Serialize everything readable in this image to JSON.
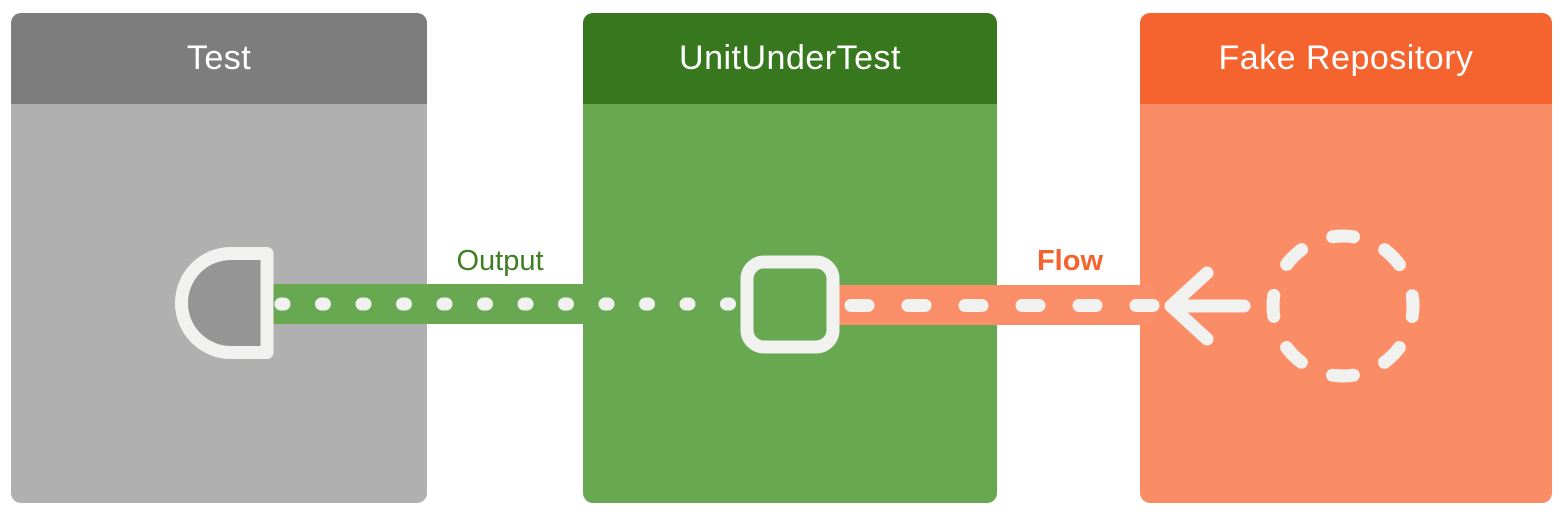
{
  "diagram": {
    "boxes": [
      {
        "title": "Test",
        "header_color": "#7d7d7d",
        "body_color": "#b0b0b0"
      },
      {
        "title": "UnitUnderTest",
        "header_color": "#37771e",
        "body_color": "#67a850"
      },
      {
        "title": "Fake Repository",
        "header_color": "#f5632f",
        "body_color": "#fb8d66"
      }
    ],
    "connectors": [
      {
        "label": "Output",
        "label_color": "#417d22",
        "band_color": "#67a850",
        "line_style": "dotted",
        "from": "UnitUnderTest",
        "to": "Test"
      },
      {
        "label": "Flow",
        "label_color": "#f4632e",
        "band_color": "#fa8e69",
        "line_style": "dashed",
        "from": "Fake Repository",
        "to": "UnitUnderTest"
      }
    ],
    "icons": {
      "collector": "d-shape-collector-icon",
      "unit": "rounded-square-icon",
      "arrow": "left-arrow-icon",
      "source": "dashed-circle-flow-icon"
    },
    "palette": {
      "icon_white": "#f1f1f0",
      "d_icon_fill": "#959595",
      "title_text": "#ffffff",
      "background": "#ffffff"
    }
  }
}
